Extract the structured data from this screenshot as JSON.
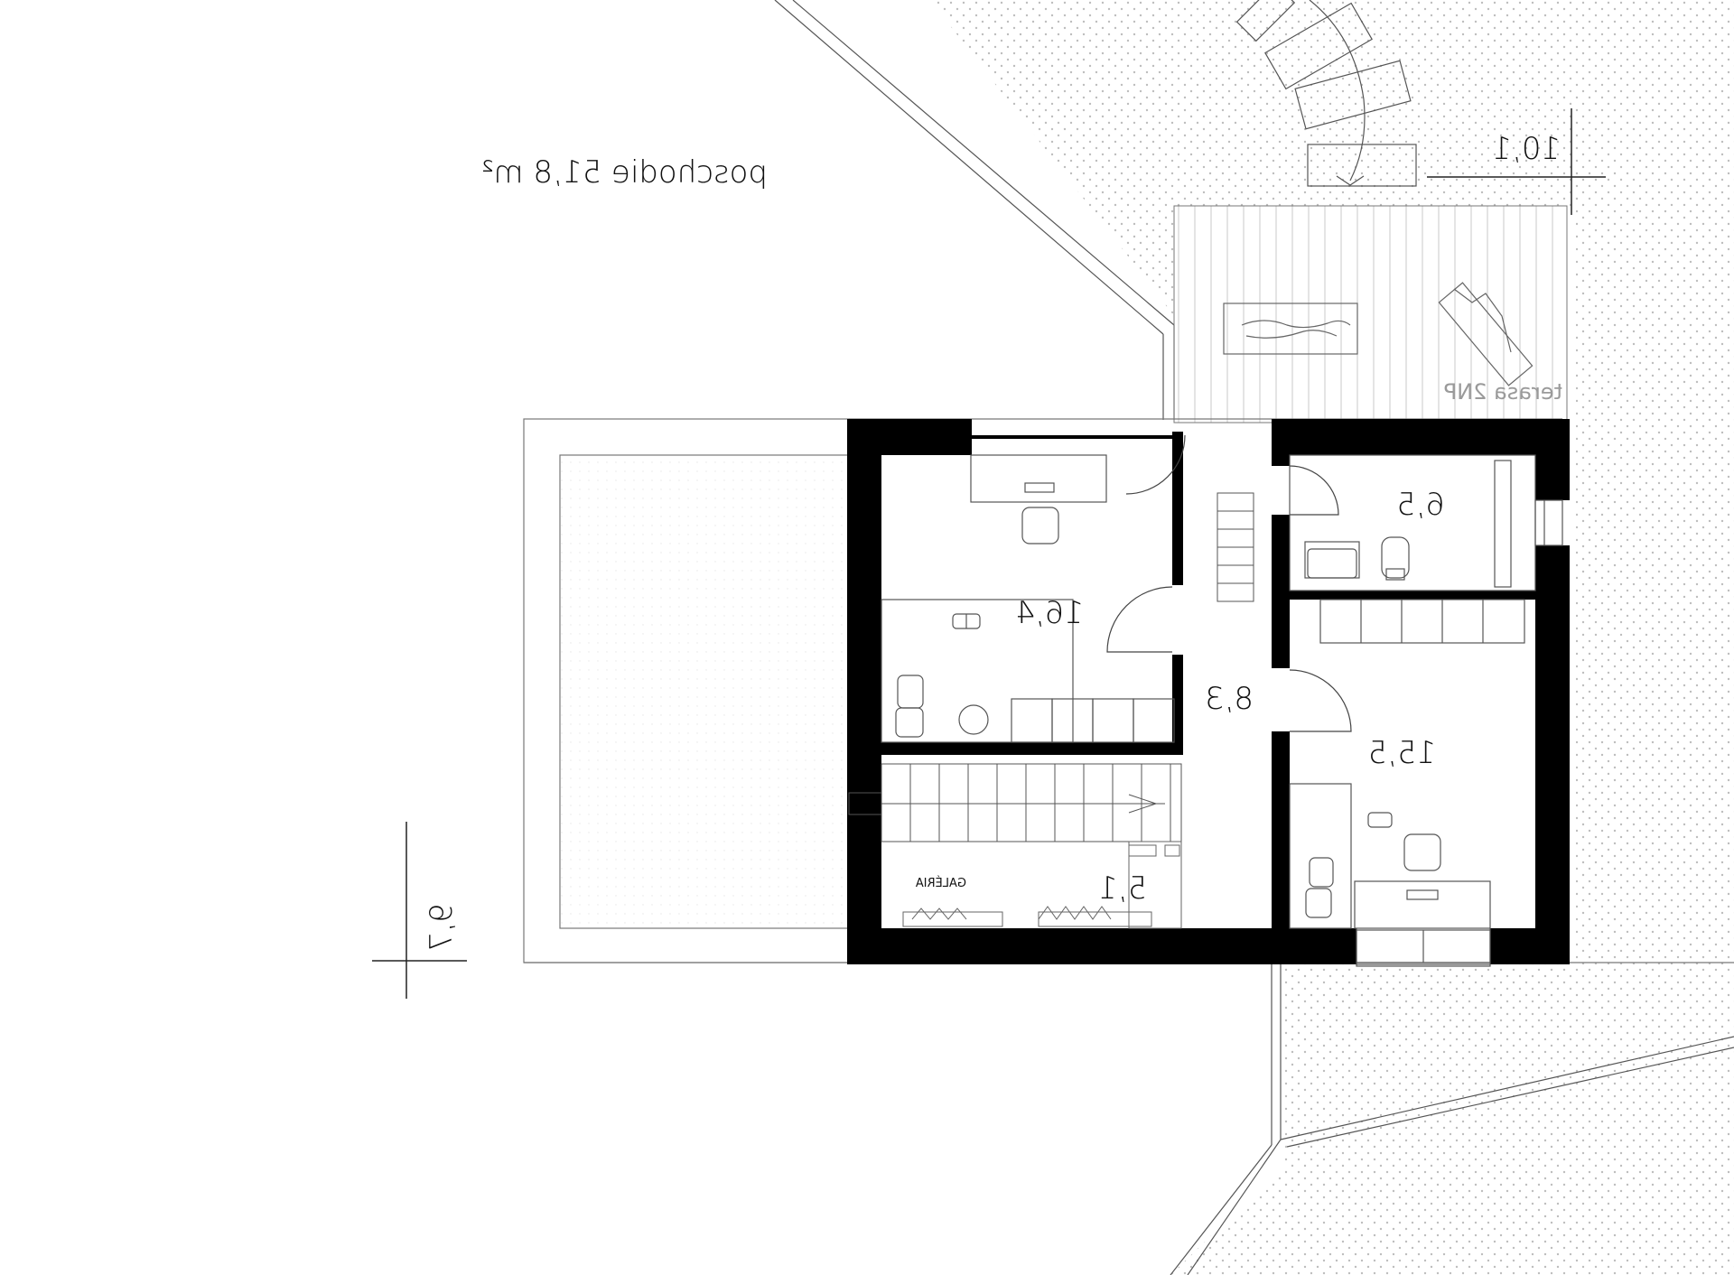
{
  "floor_title": "poschodie 51,8 m²",
  "terrace_label": "terasa 2NP",
  "gallery_label": "GALÉRIA",
  "rooms": {
    "room_a": "16,4",
    "room_b": "6,5",
    "corridor": "8,3",
    "room_c": "15,5",
    "gallery": "5,1"
  },
  "dimensions": {
    "top_right": "10,1",
    "left": "9,7"
  },
  "colors": {
    "wall": "#000000",
    "line": "#444444",
    "dots": "#bdbdbd"
  }
}
